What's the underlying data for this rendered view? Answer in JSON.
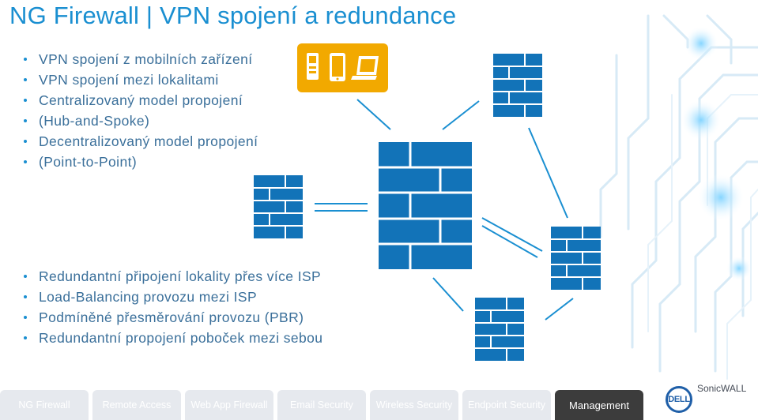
{
  "title": "NG Firewall | VPN spojení a redundance",
  "bullets_top": [
    "VPN spojení z mobilních zařízení",
    "VPN spojení mezi lokalitami",
    "Centralizovaný model propojení",
    "(Hub-and-Spoke)",
    "Decentralizovaný model propojení",
    "(Point-to-Point)"
  ],
  "bullets_bottom": [
    "Redundantní připojení lokality přes více ISP",
    "Load-Balancing provozu mezi ISP",
    "Podmíněné přesměrování provozu (PBR)",
    "Redundantní propojení poboček mezi sebou"
  ],
  "icons": {
    "firewall": "brick-wall-icon",
    "mobile_devices": [
      "phone-icon",
      "smartphone-icon",
      "laptop-icon"
    ]
  },
  "colors": {
    "accent": "#1a8fd1",
    "firewall": "#1273b8",
    "device_badge": "#f2a900",
    "tab_inactive": "#e6e9ee",
    "tab_active": "#3c3c3c"
  },
  "footer": {
    "tabs": [
      "NG Firewall",
      "Remote Access",
      "Web App Firewall",
      "Email Security",
      "Wireless Security",
      "Endpoint Security",
      "Management"
    ],
    "active_tab": "Management",
    "logo_text": "DELL",
    "brand": "SonicWALL"
  }
}
